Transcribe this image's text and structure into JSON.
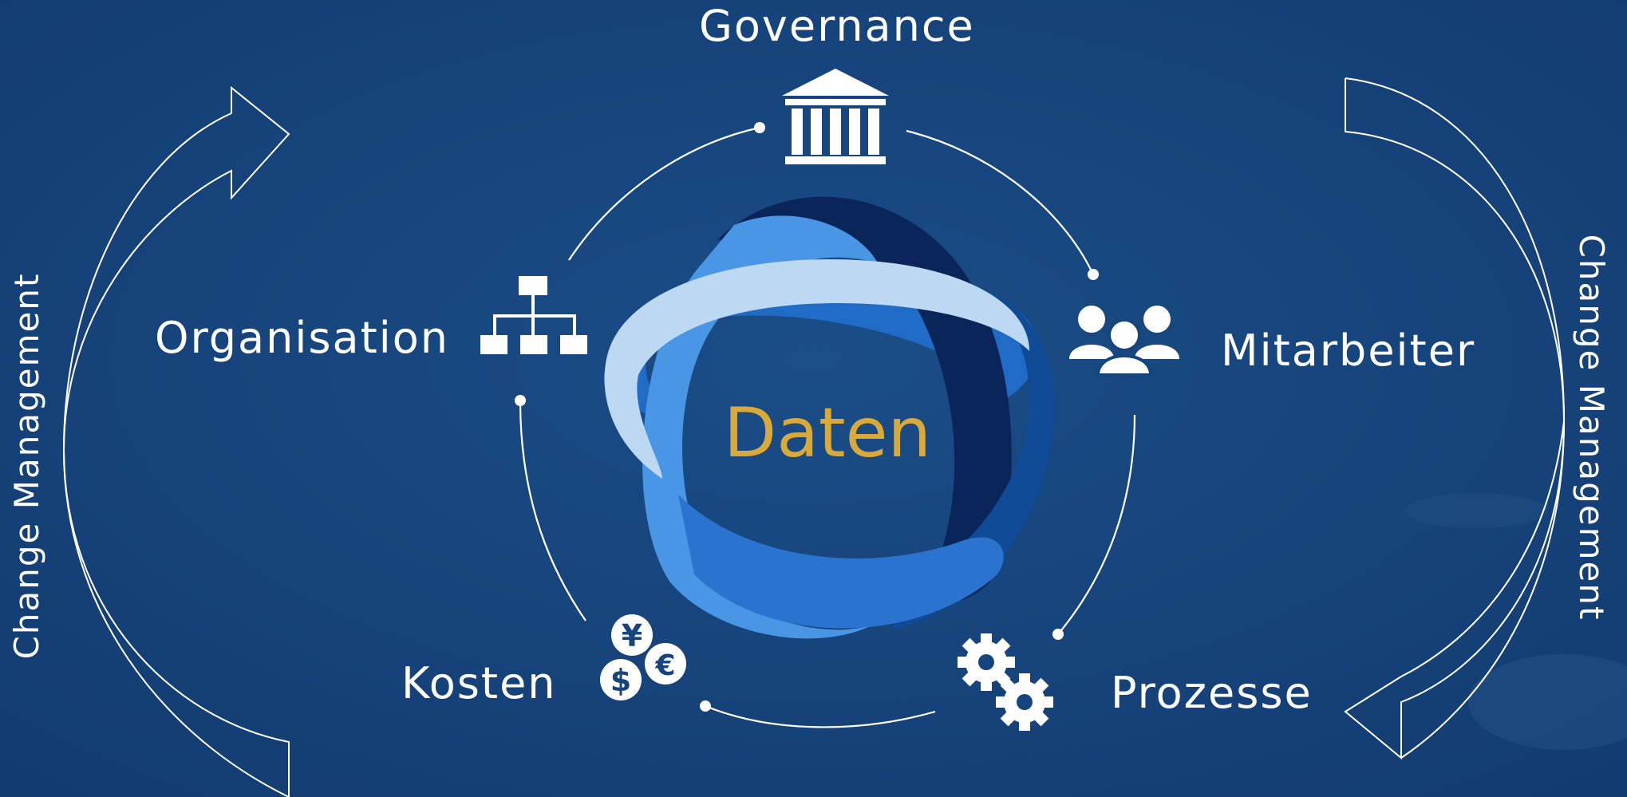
{
  "diagram": {
    "center": {
      "label": "Daten",
      "color": "#d9a93a"
    },
    "nodes": {
      "governance": {
        "label": "Governance",
        "icon": "bank-building-icon"
      },
      "mitarbeiter": {
        "label": "Mitarbeiter",
        "icon": "people-group-icon"
      },
      "prozesse": {
        "label": "Prozesse",
        "icon": "gears-icon"
      },
      "kosten": {
        "label": "Kosten",
        "icon": "currency-coins-icon"
      },
      "organisation": {
        "label": "Organisation",
        "icon": "org-chart-icon"
      }
    },
    "side_labels": {
      "left": "Change Management",
      "right": "Change Management"
    }
  },
  "colors": {
    "background": "#16457e",
    "line": "#ffffff",
    "center_text": "#d9a93a",
    "ring_light": "#bcd8f3",
    "ring_mid": "#4a96e6",
    "ring_blue": "#1f6bc6",
    "ring_dark": "#0f2f6e",
    "ring_navy": "#0a2559"
  }
}
